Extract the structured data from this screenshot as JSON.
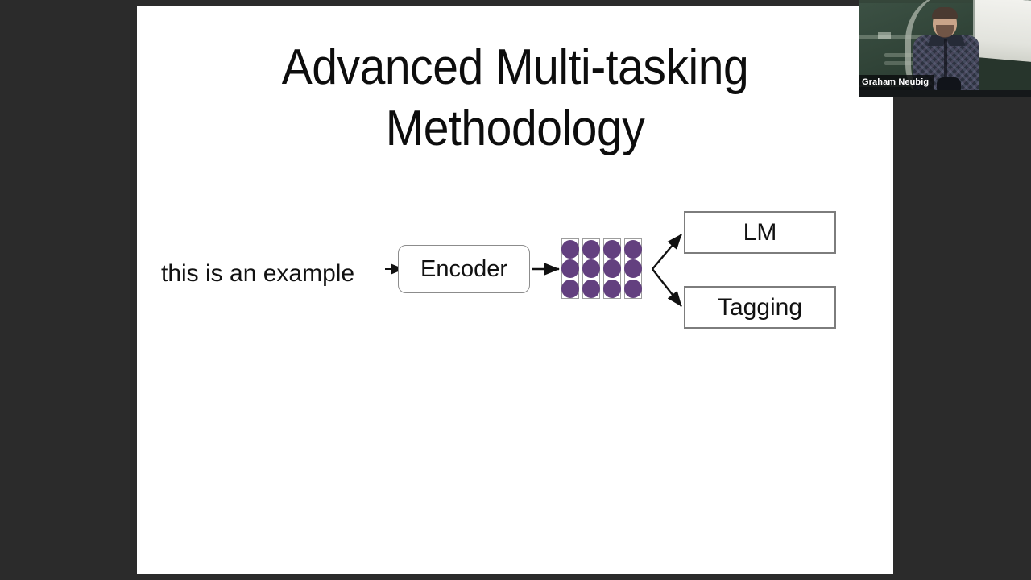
{
  "viewer": {
    "background_color": "#2b2b2b"
  },
  "slide": {
    "background_color": "#ffffff",
    "title": "Advanced Multi-tasking\nMethodology",
    "diagram": {
      "input_text": "this is an example",
      "encoder": {
        "label": "Encoder"
      },
      "vector_grid": {
        "columns": 4,
        "rows": 3,
        "dot_color": "#63407f",
        "cell_border_color": "#9d9d9d"
      },
      "outputs": [
        {
          "label": "LM"
        },
        {
          "label": "Tagging"
        }
      ],
      "arrows": [
        {
          "name": "input-to-encoder"
        },
        {
          "name": "encoder-to-vectors"
        },
        {
          "name": "vectors-to-lm"
        },
        {
          "name": "vectors-to-tagging"
        }
      ]
    }
  },
  "webcam": {
    "presenter_name": "Graham Neubig"
  }
}
